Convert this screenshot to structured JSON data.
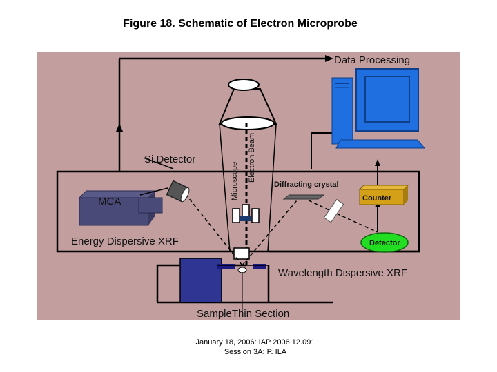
{
  "title": "Figure 18. Schematic of Electron Microprobe",
  "labels": {
    "data_processing": "Data Processing",
    "si_detector": "Si Detector",
    "mca": "MCA",
    "microscope": "Microscope",
    "electron_beam": "Electron Beam",
    "diffracting_crystal": "Diffracting crystal",
    "counter": "Counter",
    "detector": "Detector",
    "energy_dispersive": "Energy Dispersive XRF",
    "wavelength_dispersive": "Wavelength Dispersive XRF",
    "sample_thin_section": "SampleThin Section"
  },
  "footer": {
    "line1": "January 18, 2006: IAP 2006 12.091",
    "line2": "Session 3A: P. ILA"
  },
  "colors": {
    "background": "#c29e9e",
    "computer": "#1f6fe0",
    "counter": "#d4a017",
    "detector": "#22dd22",
    "mca": "#4a4a78",
    "sample_block": "#2f3592"
  }
}
